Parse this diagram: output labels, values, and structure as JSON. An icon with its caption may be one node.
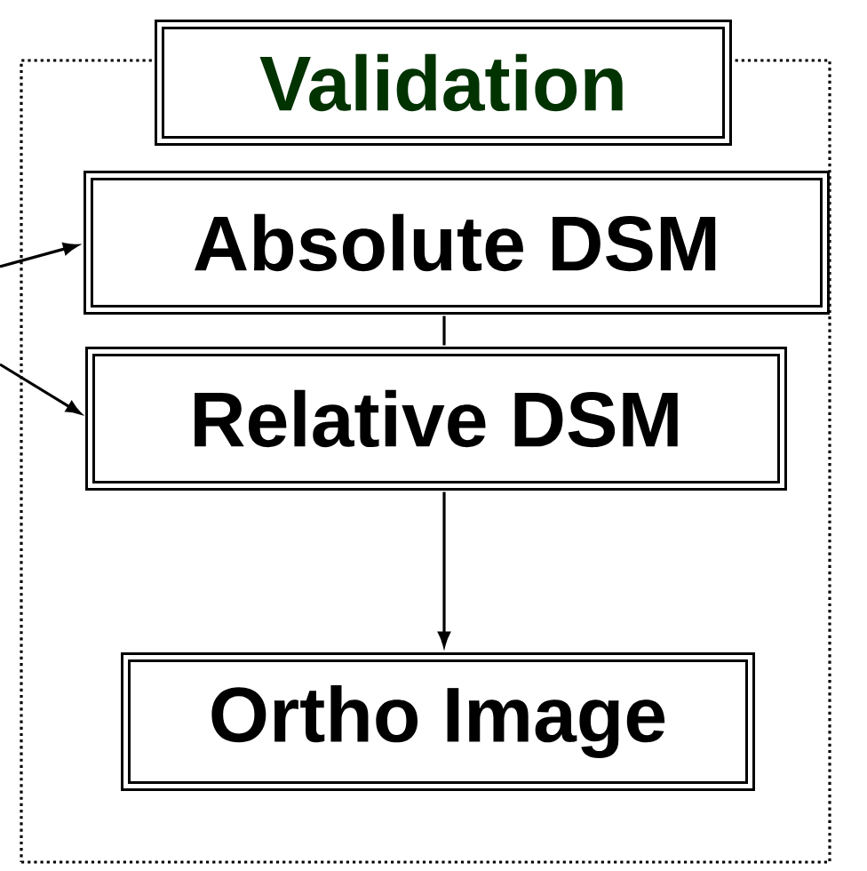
{
  "diagram": {
    "nodes": [
      {
        "text": [],
        "shape": "box"
      },
      {
        "text": [
          "Validation"
        ]
      },
      {
        "text": [
          "Absolute DSM"
        ],
        "in": 0
      },
      {
        "text": [
          "Relative DSM"
        ],
        "in": 0
      },
      {
        "text": [
          "Ortho Image"
        ],
        "in": 0
      }
    ],
    "edges": [
      {
        "from": null,
        "to": 2,
        "arrow": "to"
      },
      {
        "from": null,
        "to": 3,
        "arrow": "to"
      },
      {
        "from": 2,
        "to": 3,
        "arrow": "none"
      },
      {
        "from": 3,
        "to": 4,
        "arrow": "to"
      }
    ]
  }
}
